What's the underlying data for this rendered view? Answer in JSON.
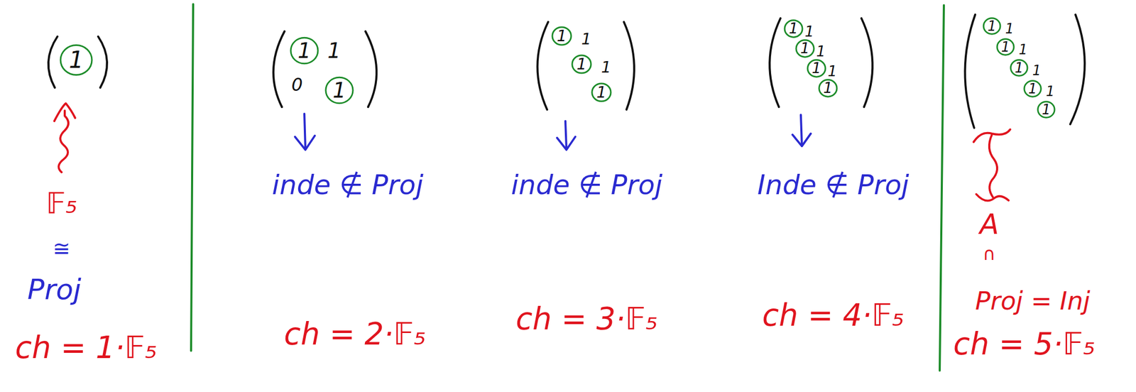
{
  "diagram": {
    "labels": [
      "1",
      "𝔽₅",
      "≅",
      "Proj",
      "ch = 1·𝔽₅",
      "1",
      "1",
      "0",
      "1",
      "inde ∉ Proj",
      "ch = 2·𝔽₅",
      "1",
      "1",
      "1",
      "1",
      "1",
      "inde ∉ Proj",
      "ch = 3·𝔽₅",
      "1",
      "1",
      "1",
      "1",
      "1",
      "1",
      "1",
      "Inde ∉ Proj",
      "ch = 4·𝔽₅",
      "1",
      "1",
      "1",
      "1",
      "1",
      "1",
      "1",
      "1",
      "1",
      "A",
      "∩",
      "Proj = Inj",
      "ch = 5·𝔽₅"
    ]
  }
}
